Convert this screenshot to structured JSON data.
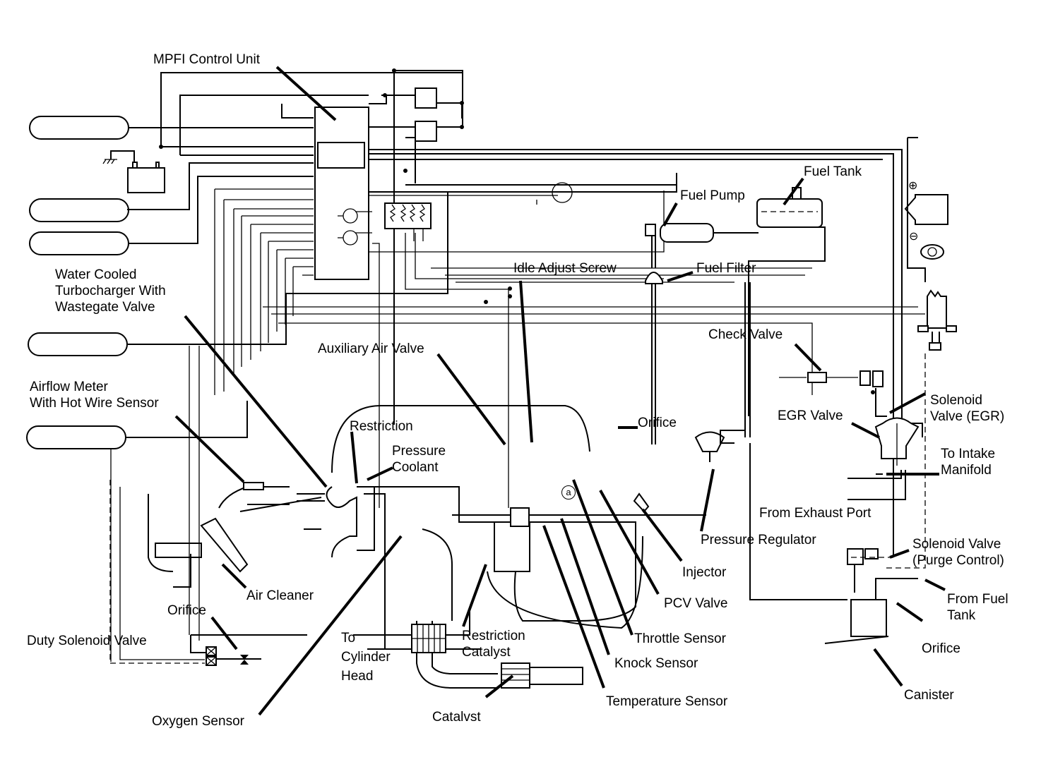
{
  "diagram": {
    "title": "MPFI Control Unit",
    "labels": {
      "mpfi_control_unit": "MPFI Control Unit",
      "water_cooled_turbo": "Water Cooled\nTurbocharger With\nWastegate Valve",
      "airflow_meter": "Airflow Meter\nWith Hot Wire Sensor",
      "air_cleaner": "Air Cleaner",
      "orifice_left": "Orifice",
      "duty_solenoid_valve": "Duty Solenoid Valve",
      "oxygen_sensor": "Oxygen Sensor",
      "to_cylinder_head": "To\nCylinder\nHead",
      "restriction_top": "Restriction",
      "pressure_coolant": "Pressure\nCoolant",
      "auxiliary_air_valve": "Auxiliary Air Valve",
      "idle_adjust_screw": "Idle Adjust Screw",
      "fuel_filter": "Fuel Filter",
      "fuel_pump": "Fuel Pump",
      "fuel_tank": "Fuel Tank",
      "check_valve": "Check Valve",
      "orifice_mid": "Orifice",
      "solenoid_valve_egr": "Solenoid\nValve (EGR)",
      "egr_valve": "EGR Valve",
      "to_intake_manifold": "To Intake\nManifold",
      "from_exhaust_port": "From Exhaust Port",
      "pressure_regulator": "Pressure Regulator",
      "solenoid_valve_purge": "Solenoid Valve\n(Purge Control)",
      "injector": "Injector",
      "pcv_valve": "PCV Valve",
      "throttle_sensor": "Throttle Sensor",
      "knock_sensor": "Knock Sensor",
      "temperature_sensor": "Temperature Sensor",
      "restriction_catalyst": "Restriction\nCatalyst",
      "catalyst": "Catalvst",
      "from_fuel_tank": "From Fuel\nTank",
      "orifice_right": "Orifice",
      "canister": "Canister"
    },
    "symbols": {
      "plus": "⊕",
      "minus": "⊖",
      "junction_a": "a"
    }
  }
}
